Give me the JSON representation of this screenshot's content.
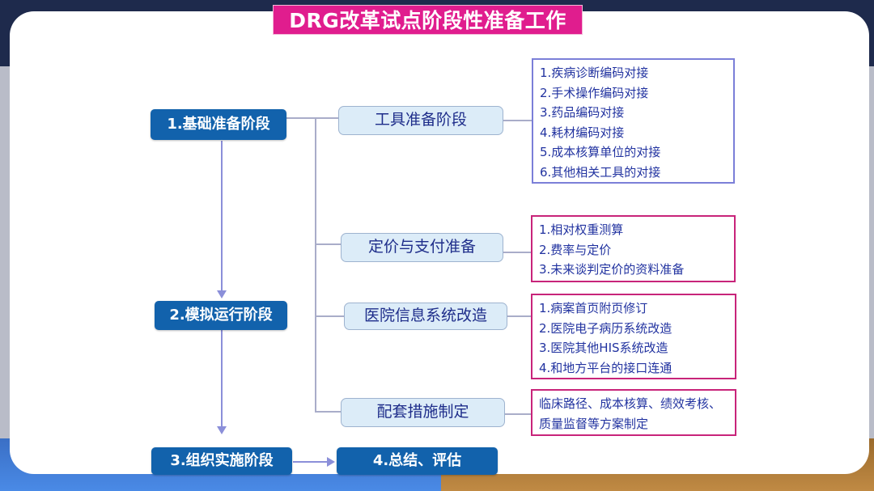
{
  "title": "DRG改革试点阶段性准备工作",
  "colors": {
    "title_bg": "#e01d8e",
    "phase_bg": "#1262ac",
    "sub_bg": "#dcecf8",
    "sub_text": "#1e2d8a",
    "detail_text": "#2233a0",
    "detail_border_blue": "#7b7fd8",
    "detail_border_magenta": "#c8247a",
    "arrow": "#8b8fd9"
  },
  "phases": [
    {
      "label": "1.基础准备阶段"
    },
    {
      "label": "2.模拟运行阶段"
    },
    {
      "label": "3.组织实施阶段"
    },
    {
      "label": "4.总结、评估"
    }
  ],
  "sub_stages": [
    {
      "label": "工具准备阶段",
      "details": [
        "1.疾病诊断编码对接",
        "2.手术操作编码对接",
        "3.药品编码对接",
        "4.耗材编码对接",
        "5.成本核算单位的对接",
        "6.其他相关工具的对接"
      ]
    },
    {
      "label": "定价与支付准备",
      "details": [
        "1.相对权重测算",
        "2.费率与定价",
        "3.未来谈判定价的资料准备"
      ]
    },
    {
      "label": "医院信息系统改造",
      "details": [
        "1.病案首页附页修订",
        "2.医院电子病历系统改造",
        "3.医院其他HIS系统改造",
        "4.和地方平台的接口连通"
      ]
    },
    {
      "label": "配套措施制定",
      "details": [
        "临床路径、成本核算、绩效考核、",
        "质量监督等方案制定"
      ]
    }
  ]
}
